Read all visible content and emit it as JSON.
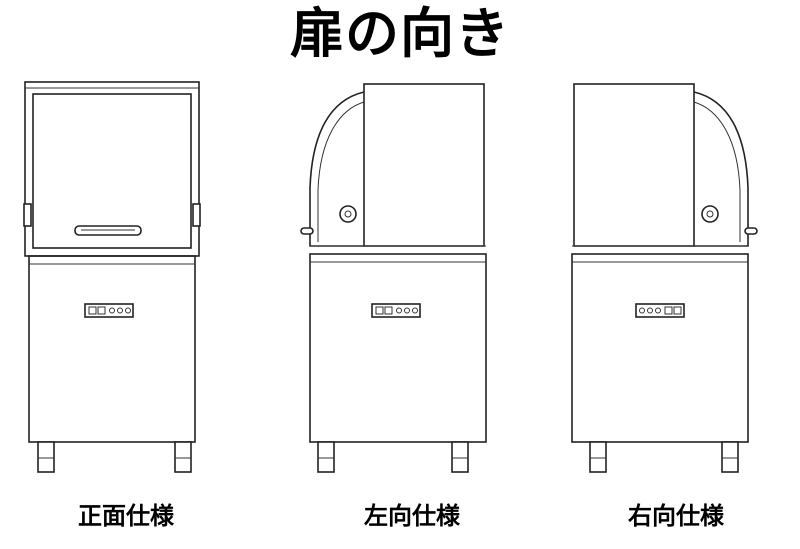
{
  "title": "扉の向き",
  "views": [
    {
      "caption": "正面仕様"
    },
    {
      "caption": "左向仕様"
    },
    {
      "caption": "右向仕様"
    }
  ]
}
